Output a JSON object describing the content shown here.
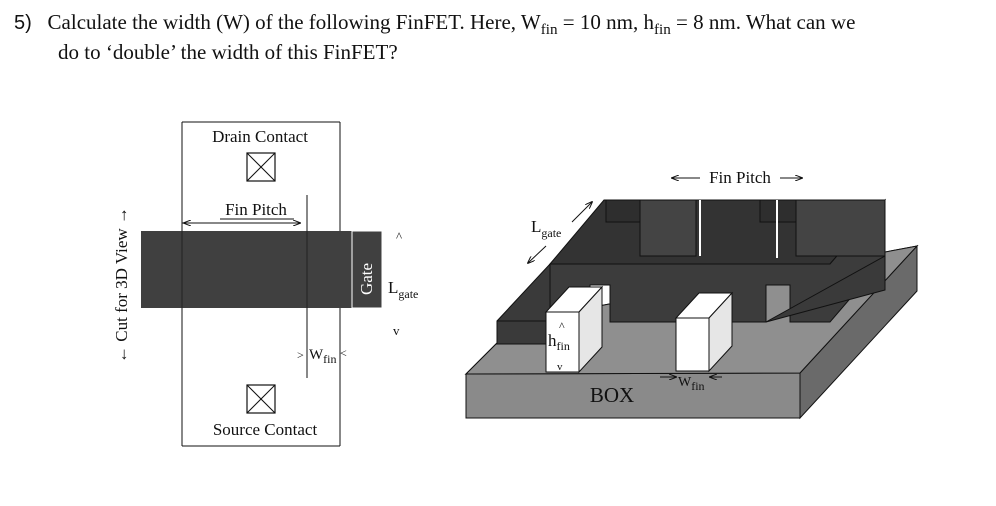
{
  "question": {
    "number": "5)",
    "text_part1": "Calculate the width (W) of the following FinFET. Here, W",
    "w_sub": "fin",
    "text_part2": " = 10 nm, h",
    "h_sub": "fin",
    "text_part3": " = 8 nm. What can we",
    "text_line2": "do to ‘double’ the width of this FinFET?"
  },
  "top_view": {
    "drain_contact": "Drain Contact",
    "fin_pitch": "Fin Pitch",
    "gate": "Gate",
    "l_main": "L",
    "l_sub": "gate",
    "w_main": "W",
    "w_sub": "fin",
    "source_contact": "Source Contact",
    "cut_label": "← Cut for 3D View →"
  },
  "view_3d": {
    "fin_pitch": "Fin Pitch",
    "l_main": "L",
    "l_sub": "gate",
    "h_main": "h",
    "h_sub": "fin",
    "w_main": "W",
    "w_sub": "fin",
    "box": "BOX"
  }
}
